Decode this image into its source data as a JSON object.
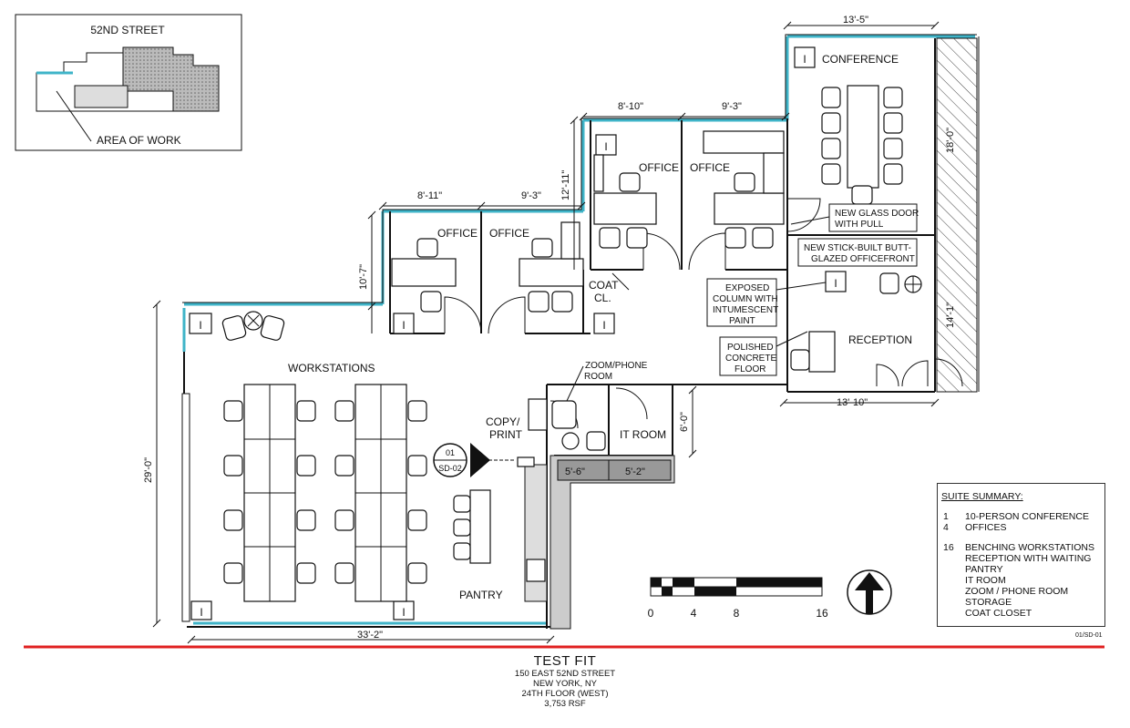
{
  "keyplan": {
    "street_label": "52ND STREET",
    "area_label": "AREA OF WORK"
  },
  "rooms": {
    "conference": "CONFERENCE",
    "office_1": "OFFICE",
    "office_2": "OFFICE",
    "office_3": "OFFICE",
    "office_4": "OFFICE",
    "coat_line1": "COAT",
    "coat_line2": "CL.",
    "workstations": "WORKSTATIONS",
    "zoom_line1": "ZOOM/PHONE",
    "zoom_line2": "ROOM",
    "it_room": "IT ROOM",
    "copy_line1": "COPY/",
    "copy_line2": "PRINT",
    "reception": "RECEPTION",
    "pantry": "PANTRY"
  },
  "dimensions": {
    "conf_width": "13'-5\"",
    "conf_height": "18'-0\"",
    "office_upper_left": "8'-10\"",
    "office_upper_right": "9'-3\"",
    "office_upper_height": "12'-11\"",
    "office_lower_left": "8'-11\"",
    "office_lower_right": "9'-3\"",
    "office_lower_height": "10'-7\"",
    "reception_height": "14'-1\"",
    "reception_width": "13'-10\"",
    "it_height": "6'-0\"",
    "storage_left": "5'-6\"",
    "storage_right": "5'-2\"",
    "work_height": "29'-0\"",
    "work_width": "33'-2\""
  },
  "notes": {
    "glass_door_1": "NEW GLASS DOOR",
    "glass_door_2": "WITH PULL",
    "officefront_1": "NEW STICK-BUILT BUTT-",
    "officefront_2": "GLAZED OFFICEFRONT",
    "column_1": "EXPOSED",
    "column_2": "COLUMN WITH",
    "column_3": "INTUMESCENT",
    "column_4": "PAINT",
    "floor_1": "POLISHED",
    "floor_2": "CONCRETE",
    "floor_3": "FLOOR"
  },
  "section_tag": {
    "top": "01",
    "bottom": "SD-02"
  },
  "scale_bar": {
    "labels": [
      "0",
      "4",
      "8",
      "16"
    ]
  },
  "suite_summary": {
    "heading": "SUITE SUMMARY:",
    "groups": [
      {
        "num": "1",
        "items": [
          "10-PERSON CONFERENCE"
        ]
      },
      {
        "num": "4",
        "items": [
          "OFFICES"
        ]
      },
      {
        "num": "16",
        "items": [
          "BENCHING WORKSTATIONS",
          "RECEPTION WITH WAITING",
          "PANTRY",
          "IT ROOM",
          "ZOOM / PHONE ROOM",
          "STORAGE",
          "COAT CLOSET"
        ]
      }
    ]
  },
  "sheet_ref": "01/SD-01",
  "title_block": {
    "title": "TEST FIT",
    "line1": "150 EAST 52ND STREET",
    "line2": "NEW YORK, NY",
    "line3": "24TH FLOOR (WEST)",
    "line4": "3,753 RSF"
  },
  "colors": {
    "glazing": "#3fb4c8",
    "property_line": "#e02020",
    "hatch": "#555555"
  }
}
